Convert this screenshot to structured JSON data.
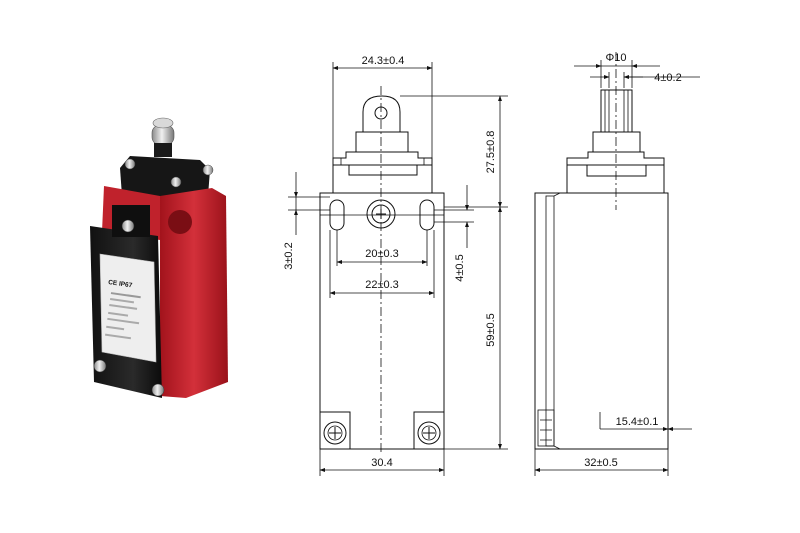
{
  "diagram": {
    "front_view": {
      "width_top": "24.3±0.4",
      "hole_spacing_outer": "20±0.3",
      "slot_spacing": "22±0.3",
      "slot_height": "3±0.2",
      "slot_offset": "4±0.5",
      "head_height": "27.5±0.8",
      "body_height": "59±0.5",
      "body_width": "30.4"
    },
    "side_view": {
      "roller_diameter": "Φ10",
      "roller_width": "4±0.2",
      "depth_detail": "15.4±0.1",
      "body_depth": "32±0.5"
    },
    "product_label": {
      "line1": "CE IP67"
    }
  }
}
